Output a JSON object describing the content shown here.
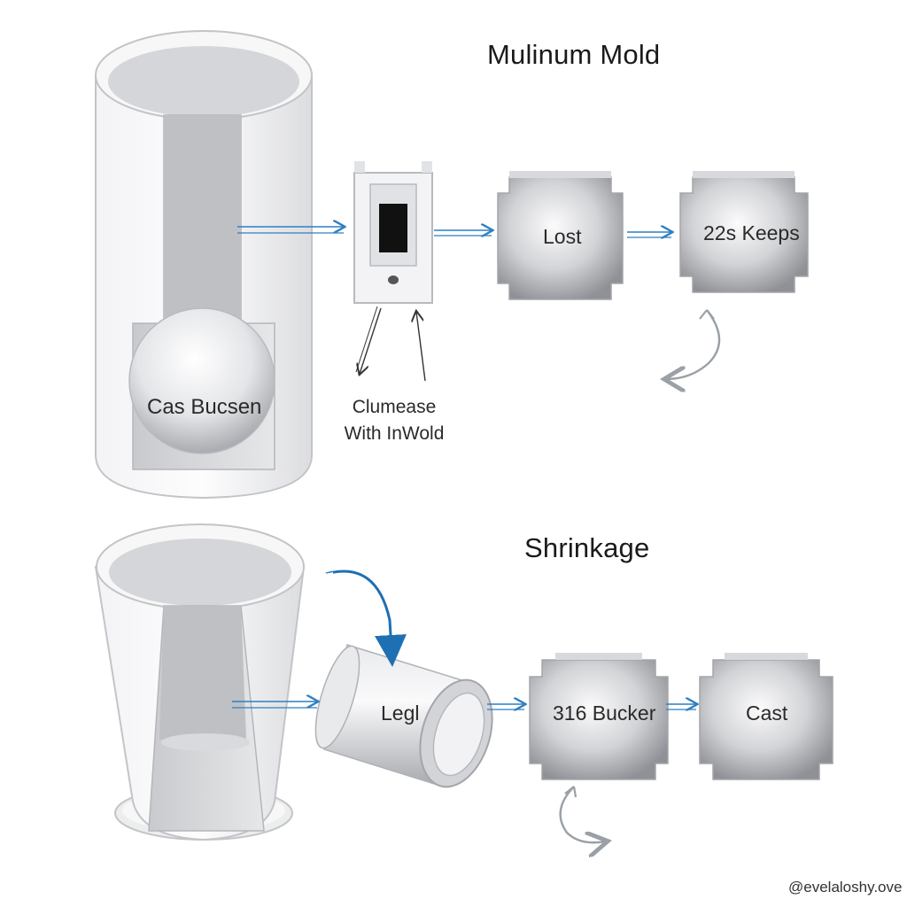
{
  "titles": {
    "top": "Mulinum Mold",
    "bottom": "Shrinkage"
  },
  "labels": {
    "sphere": "Cas Bucsen",
    "lost": "Lost",
    "keeps": "22s Keeps",
    "release_line1": "Clumease",
    "release_line2": "With InWold",
    "pipe": "Legl",
    "bucker": "316 Bucker",
    "cast": "Cast"
  },
  "credit": "@evelaloshy.ove",
  "colors": {
    "arrow_blue": "#2f7fc1",
    "arrow_gray": "#9aa0a6",
    "part_light": "#f4f4f6",
    "part_mid": "#d6d7da",
    "part_dark": "#8d8f94"
  }
}
